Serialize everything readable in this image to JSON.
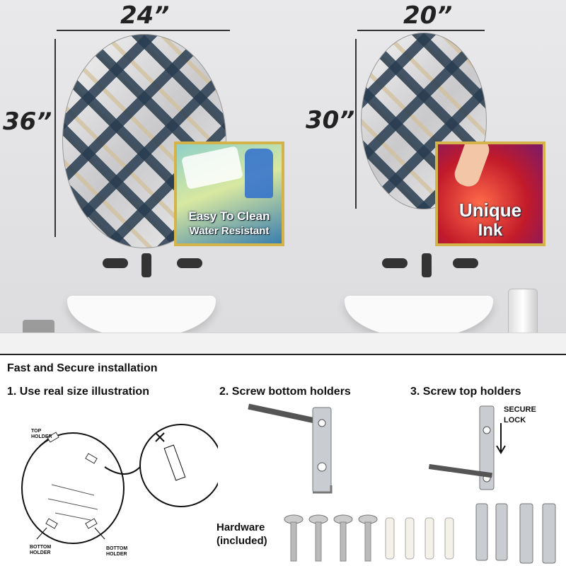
{
  "dimensions": {
    "left_width": "24”",
    "left_height": "36”",
    "right_width": "20”",
    "right_height": "30”"
  },
  "badges": {
    "left": {
      "line1": "Easy To Clean",
      "line2": "Water Resistant",
      "border_color": "#d4b44a",
      "text_color": "#ffffff"
    },
    "right": {
      "line1": "Unique",
      "line2": "Ink",
      "border_color": "#d4b44a",
      "text_color": "#ffffff"
    }
  },
  "installation": {
    "heading": "Fast and Secure installation",
    "step1": "1. Use real size illustration",
    "step2": "2. Screw bottom holders",
    "step3": "3. Screw top holders",
    "top_holder_label": "TOP\nHOLDER",
    "bottom_holder_left_label": "BOTTOM\nHOLDER",
    "bottom_holder_right_label": "BOTTOM\nHOLDER",
    "secure_lock_label": "SECURE\nLOCK",
    "hardware_label": "Hardware\n(included)"
  },
  "icons": [
    "pencil-icon",
    "screw-icon",
    "wall-anchor-icon",
    "bracket-icon",
    "screwdriver-icon"
  ]
}
